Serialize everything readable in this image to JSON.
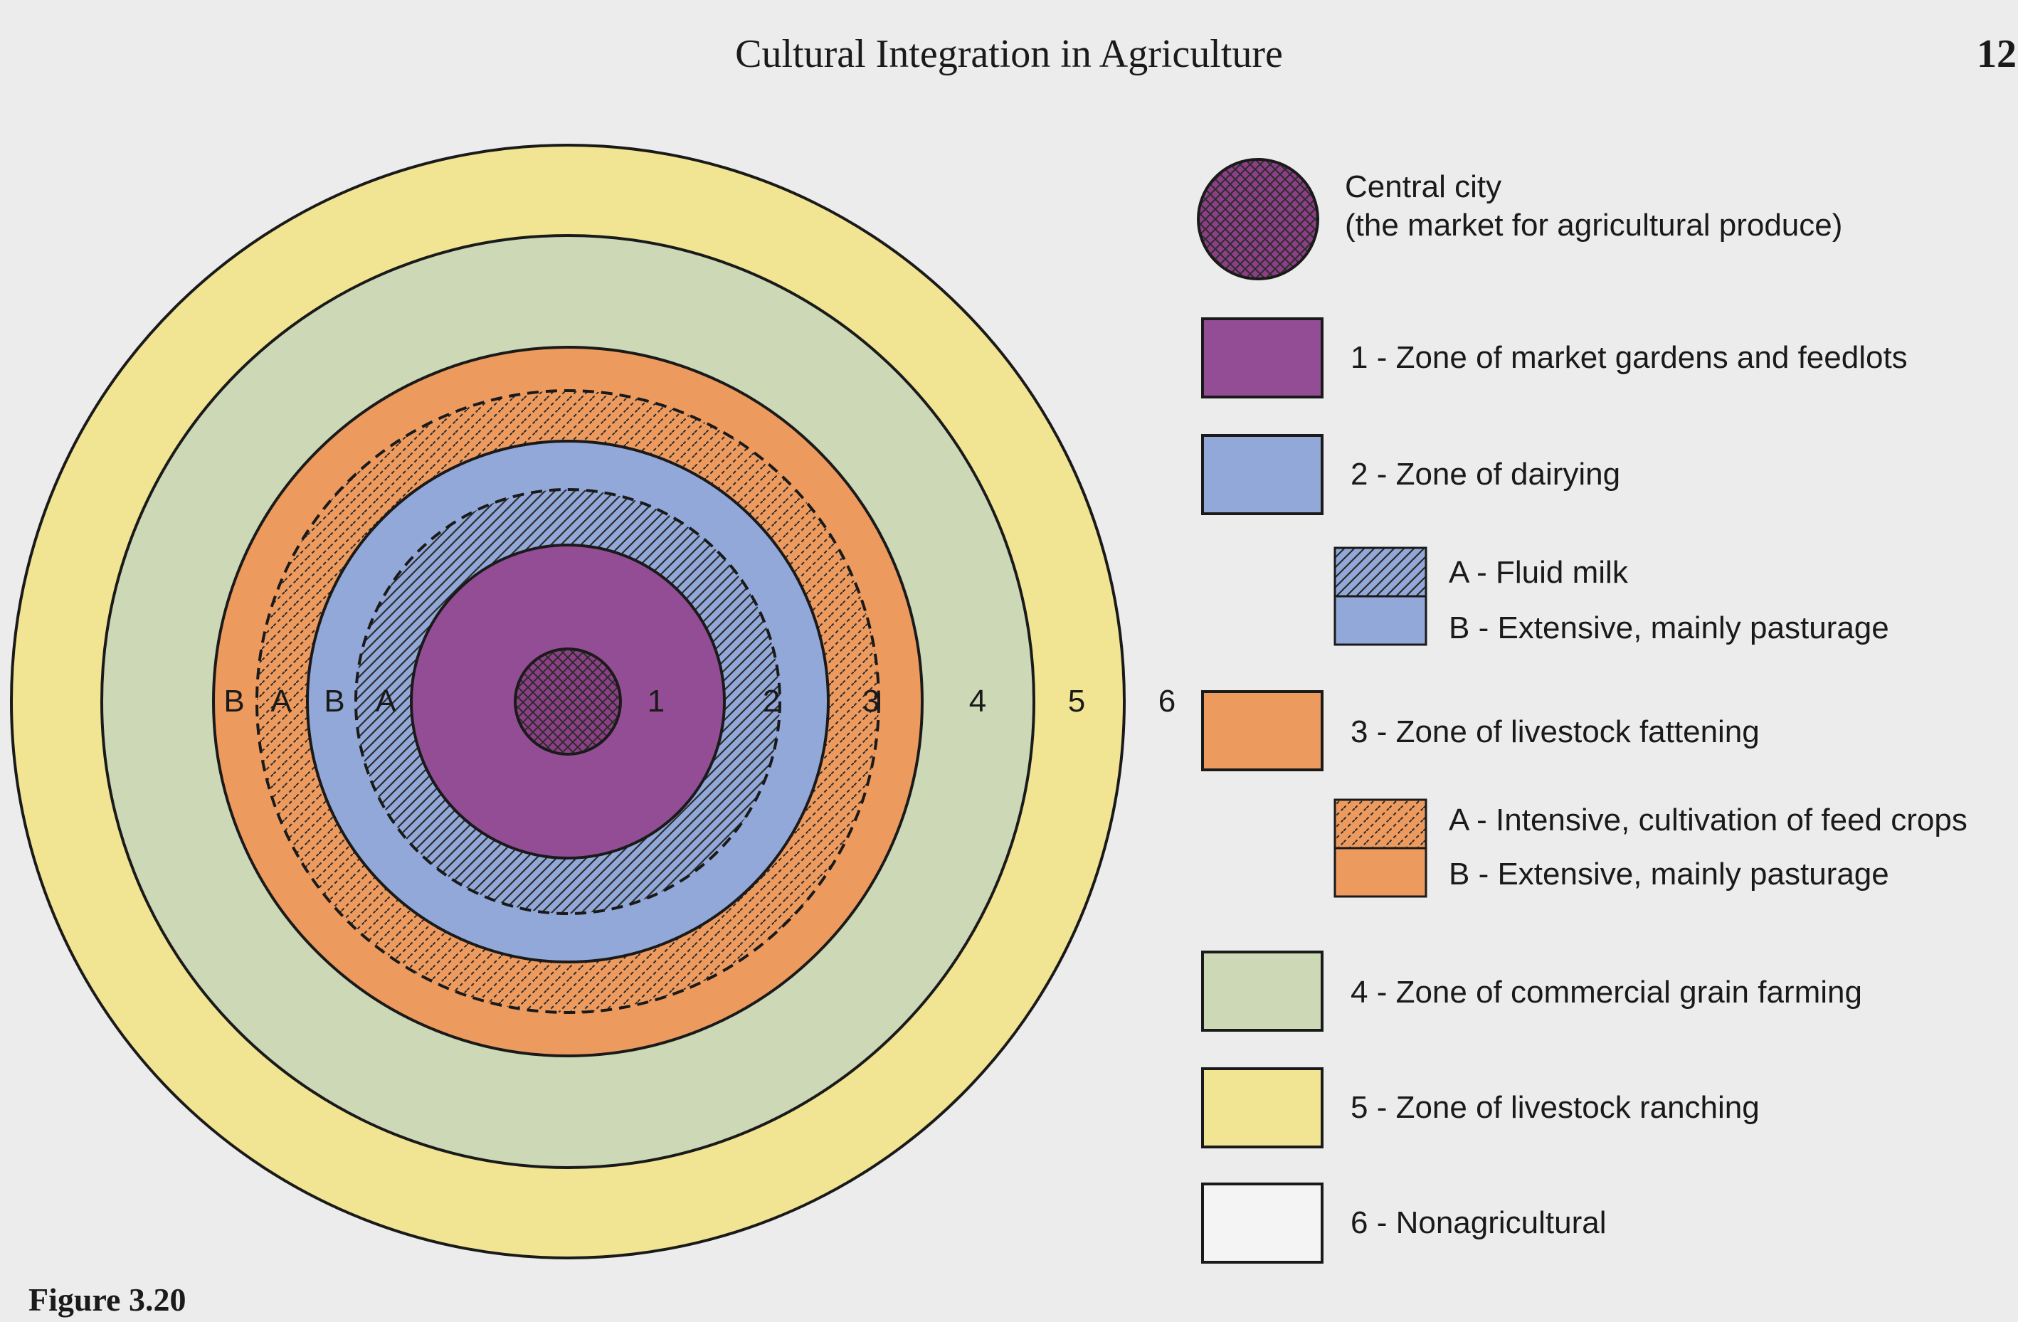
{
  "header": {
    "title": "Cultural Integration in Agriculture",
    "page_number": "12"
  },
  "caption": "Figure 3.20",
  "colors": {
    "central_city": "#8c3f86",
    "zone1": "#924d95",
    "zone2": "#92a8d8",
    "zone3": "#ed9a5f",
    "zone4": "#ccd8b6",
    "zone5": "#f1e594",
    "zone6": "#f4f4f4",
    "hatch": "#2b2b2b"
  },
  "diagram": {
    "zone_labels": [
      "1",
      "2",
      "3",
      "4",
      "5",
      "6"
    ],
    "subzone_labels": [
      "B",
      "A",
      "B",
      "A"
    ]
  },
  "legend": {
    "central_city_line1": "Central city",
    "central_city_line2": "(the market for agricultural produce)",
    "zone1": "1 - Zone of market gardens and feedlots",
    "zone2": "2 - Zone of dairying",
    "zone2a": "A - Fluid milk",
    "zone2b": "B - Extensive, mainly pasturage",
    "zone3": "3 - Zone of livestock fattening",
    "zone3a": "A - Intensive, cultivation of feed crops",
    "zone3b": "B - Extensive, mainly pasturage",
    "zone4": "4 - Zone of commercial grain farming",
    "zone5": "5 - Zone of livestock ranching",
    "zone6": "6 - Nonagricultural"
  }
}
